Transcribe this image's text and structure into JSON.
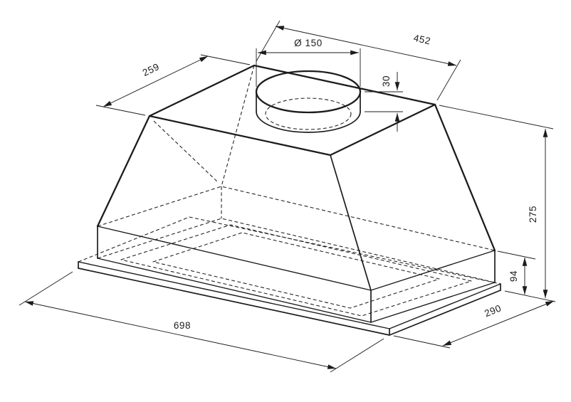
{
  "drawing": {
    "type": "technical-dimension-drawing",
    "subject": "built-in cooker hood, axonometric view",
    "colors": {
      "line": "#1c1c1c",
      "background": "#ffffff"
    },
    "dimensions": {
      "duct_diameter": "Ø 150",
      "top_width": "452",
      "top_depth": "259",
      "collar_height": "30",
      "overall_height": "275",
      "lower_body_height": "94",
      "overall_width": "698",
      "overall_depth": "290"
    }
  }
}
